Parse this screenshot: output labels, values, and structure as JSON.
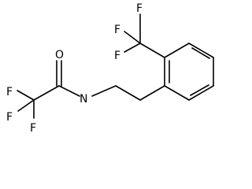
{
  "molecule": {
    "atoms": [
      {
        "label": "F"
      },
      {
        "label": "F"
      },
      {
        "label": "F"
      },
      {
        "label": "O"
      },
      {
        "label": "N"
      },
      {
        "label": "F"
      },
      {
        "label": "F"
      },
      {
        "label": "F"
      }
    ]
  },
  "colors": {
    "background": "#ffffff",
    "ink": "#000000"
  }
}
